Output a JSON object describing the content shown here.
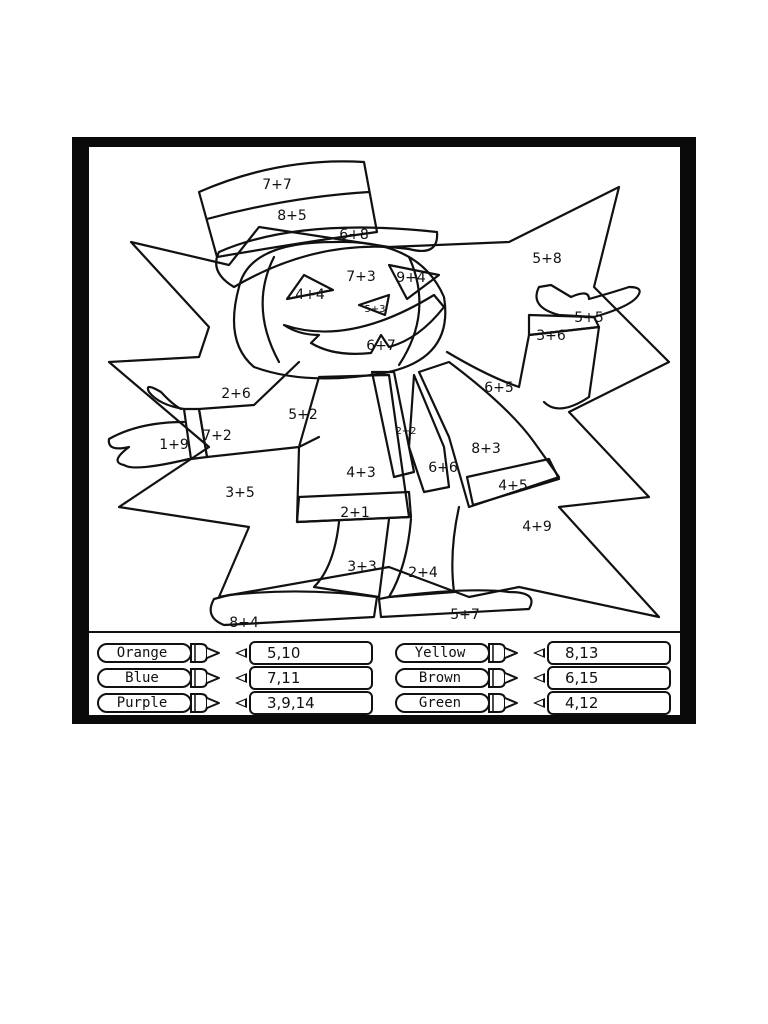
{
  "worksheet": {
    "regions": [
      {
        "id": "hat-top",
        "label": "7+7"
      },
      {
        "id": "hat-band",
        "label": "8+5"
      },
      {
        "id": "hat-brim",
        "label": "6+8"
      },
      {
        "id": "burst-top-right",
        "label": "5+8"
      },
      {
        "id": "pumpkin-head",
        "label": "7+3"
      },
      {
        "id": "right-eye",
        "label": "9+4"
      },
      {
        "id": "left-eye",
        "label": "4+4"
      },
      {
        "id": "nose",
        "label": "5+3"
      },
      {
        "id": "right-hand",
        "label": "5+5"
      },
      {
        "id": "right-cuff",
        "label": "3+6"
      },
      {
        "id": "mouth",
        "label": "6+7"
      },
      {
        "id": "burst-left-upper",
        "label": "2+6"
      },
      {
        "id": "right-sleeve",
        "label": "6+5"
      },
      {
        "id": "left-sleeve",
        "label": "5+2"
      },
      {
        "id": "left-cuff",
        "label": "7+2"
      },
      {
        "id": "left-hand",
        "label": "1+9"
      },
      {
        "id": "tie",
        "label": "2+2"
      },
      {
        "id": "coat-right",
        "label": "8+3"
      },
      {
        "id": "coat-left",
        "label": "4+3"
      },
      {
        "id": "vest",
        "label": "6+6"
      },
      {
        "id": "burst-left-lower",
        "label": "3+5"
      },
      {
        "id": "coat-hem-right",
        "label": "4+5"
      },
      {
        "id": "coat-hem-left",
        "label": "2+1"
      },
      {
        "id": "burst-right-lower",
        "label": "4+9"
      },
      {
        "id": "left-leg",
        "label": "3+3"
      },
      {
        "id": "right-leg",
        "label": "2+4"
      },
      {
        "id": "right-shoe",
        "label": "5+7"
      },
      {
        "id": "left-shoe",
        "label": "8+4"
      }
    ]
  },
  "legend": [
    {
      "color_name": "Orange",
      "answers": "5,10",
      "hex": "#f28c28"
    },
    {
      "color_name": "Yellow",
      "answers": "8,13",
      "hex": "#f5d90a"
    },
    {
      "color_name": "Blue",
      "answers": "7,11",
      "hex": "#2f6fd6"
    },
    {
      "color_name": "Brown",
      "answers": "6,15",
      "hex": "#8b5a2b"
    },
    {
      "color_name": "Purple",
      "answers": "3,9,14",
      "hex": "#7b3fb5"
    },
    {
      "color_name": "Green",
      "answers": "4,12",
      "hex": "#2e9e46"
    }
  ]
}
